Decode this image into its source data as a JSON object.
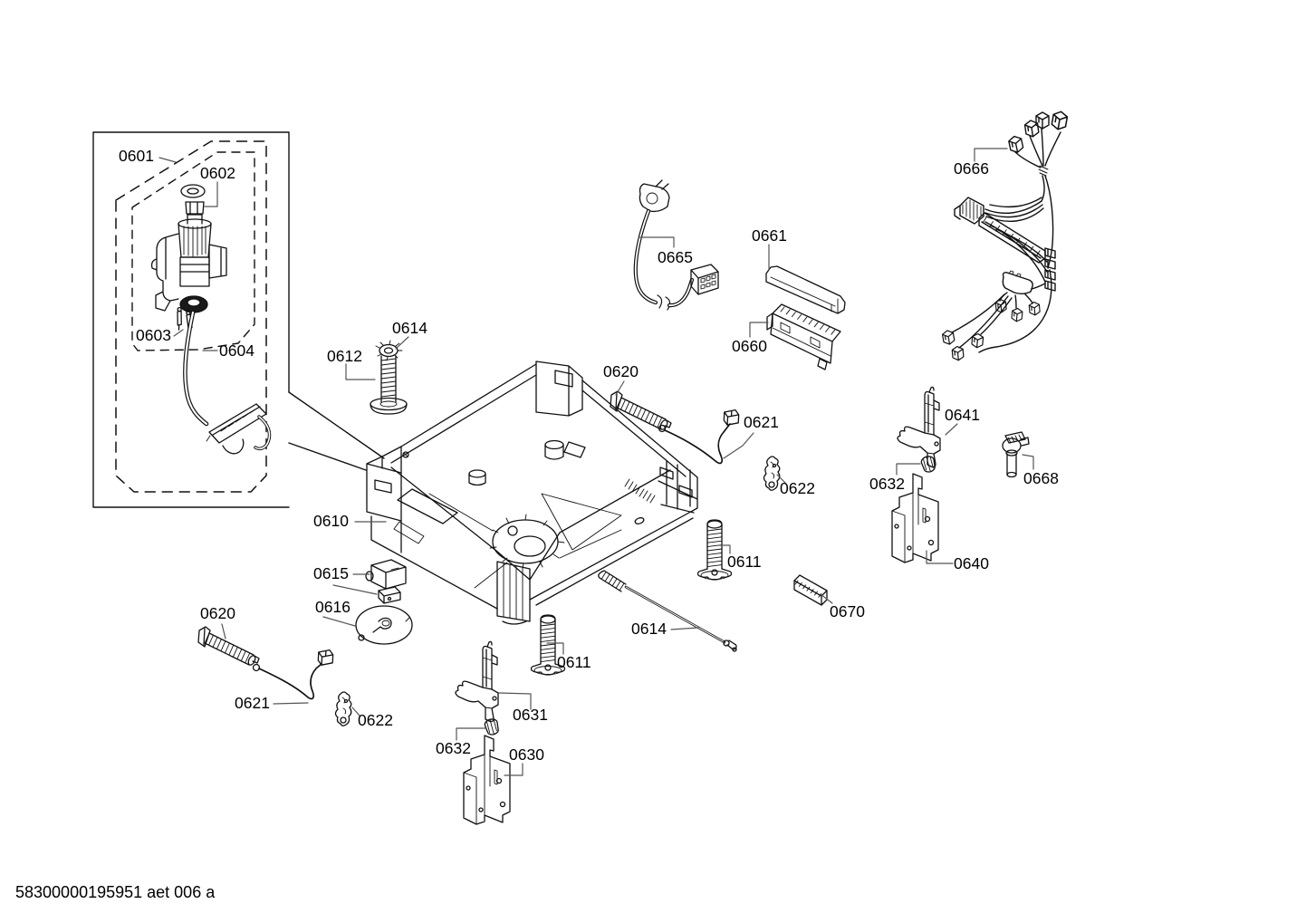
{
  "page": {
    "background": "#ffffff"
  },
  "diagram": {
    "type": "exploded-parts-diagram",
    "ink_color": "#111111",
    "leader_color": "#555555",
    "part_numbers": [
      "0601",
      "0602",
      "0603",
      "0604",
      "0610",
      "0611",
      "0612",
      "0614",
      "0615",
      "0616",
      "0620",
      "0621",
      "0622",
      "0630",
      "0631",
      "0632",
      "0640",
      "0641",
      "0660",
      "0661",
      "0665",
      "0666",
      "0668",
      "0670"
    ],
    "callouts": [
      {
        "text": "0601"
      },
      {
        "text": "0602"
      },
      {
        "text": "0603"
      },
      {
        "text": "0604"
      },
      {
        "text": "0614"
      },
      {
        "text": "0612"
      },
      {
        "text": "0620"
      },
      {
        "text": "0665"
      },
      {
        "text": "0661"
      },
      {
        "text": "0666"
      },
      {
        "text": "0660"
      },
      {
        "text": "0621"
      },
      {
        "text": "0641"
      },
      {
        "text": "0622"
      },
      {
        "text": "0632"
      },
      {
        "text": "0668"
      },
      {
        "text": "0610"
      },
      {
        "text": "0611"
      },
      {
        "text": "0640"
      },
      {
        "text": "0615"
      },
      {
        "text": "0670"
      },
      {
        "text": "0616"
      },
      {
        "text": "0620"
      },
      {
        "text": "0614"
      },
      {
        "text": "0611"
      },
      {
        "text": "0621"
      },
      {
        "text": "0631"
      },
      {
        "text": "0622"
      },
      {
        "text": "0632"
      },
      {
        "text": "0630"
      }
    ]
  },
  "footer": {
    "text": "58300000195951 aet 006 a"
  }
}
